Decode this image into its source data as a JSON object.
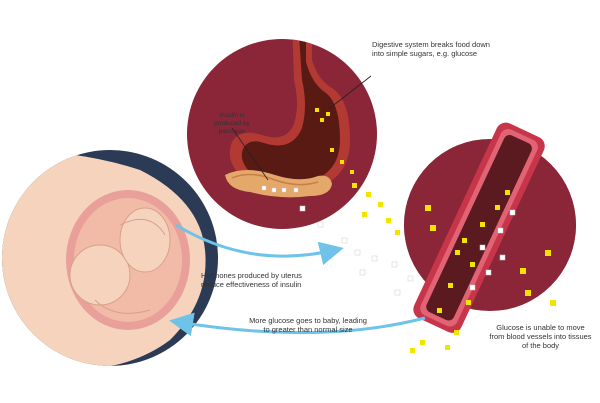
{
  "labels": {
    "digestive": "Digestive system breaks food down into simple sugars, e.g. glucose",
    "insulin": "Insulin is produced by pancreas",
    "hormones": "Hormones produced by uterus reduce effectiveness of insulin",
    "glucose_to_baby": "More glucose goes to baby, leading to greater than normal size",
    "glucose_unable": "Glucose is unable to move from blood vessels into tissues of the body"
  },
  "colors": {
    "circle_dark_red": "#8a2637",
    "stomach": "#b33a33",
    "stomach_inner": "#5a1a14",
    "pancreas": "#e4a86a",
    "skin": "#f6d3bc",
    "uterus": "#e9a09a",
    "arrow_blue": "#6fc3e8",
    "glucose_yellow": "#f2e400",
    "navy": "#2b3a55"
  }
}
